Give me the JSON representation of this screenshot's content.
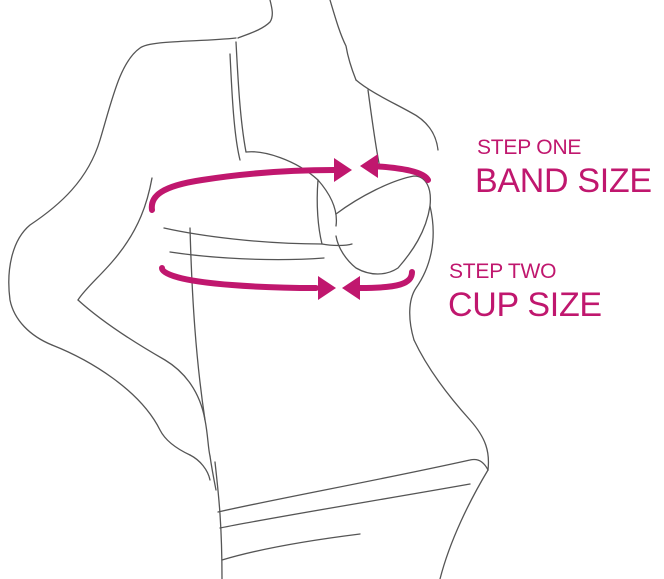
{
  "colors": {
    "accent": "#c0176e",
    "outline": "#555555"
  },
  "icons": {
    "band_arrows": "measure-around-arrows",
    "cup_arrows": "measure-around-arrows"
  },
  "step_one": {
    "kicker": "STEP ONE",
    "title": "BAND SIZE"
  },
  "step_two": {
    "kicker": "STEP TWO",
    "title": "CUP SIZE"
  }
}
